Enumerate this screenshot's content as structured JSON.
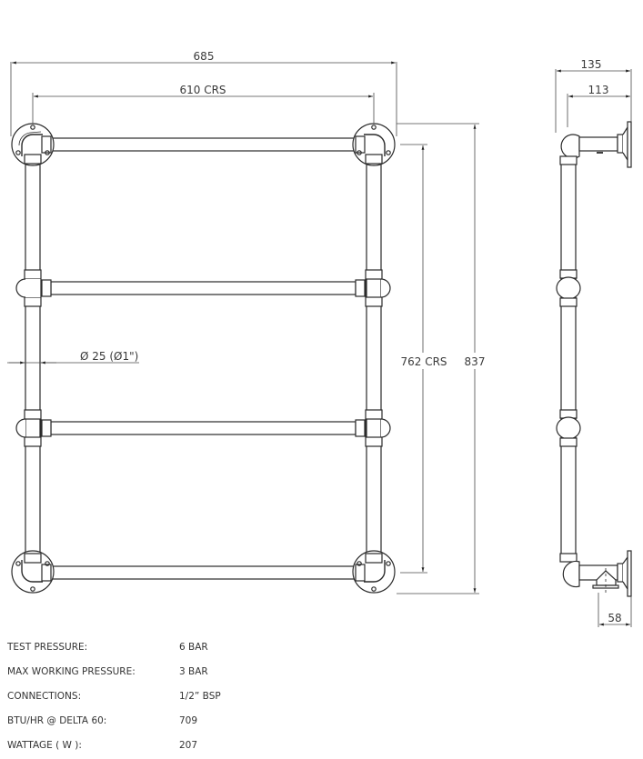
{
  "front_view": {
    "overall_width": "685",
    "centres_width": "610 CRS",
    "tube_diameter": "Ø 25 (Ø1\")",
    "centres_height": "762 CRS",
    "overall_height": "837",
    "rail_count": 4
  },
  "side_view": {
    "overall_depth": "135",
    "bracket_depth": "113",
    "valve_offset": "58"
  },
  "specs": [
    {
      "label": "TEST PRESSURE:",
      "value": "6 BAR"
    },
    {
      "label": "MAX WORKING PRESSURE:",
      "value": "3 BAR"
    },
    {
      "label": "CONNECTIONS:",
      "value": "1/2” BSP"
    },
    {
      "label": "BTU/HR @ DELTA 60:",
      "value": "709"
    },
    {
      "label": "WATTAGE ( W ):",
      "value": "207"
    }
  ],
  "colors": {
    "line": "#2a2a2a",
    "dim_line": "#4a4a4a",
    "text": "#333333"
  }
}
